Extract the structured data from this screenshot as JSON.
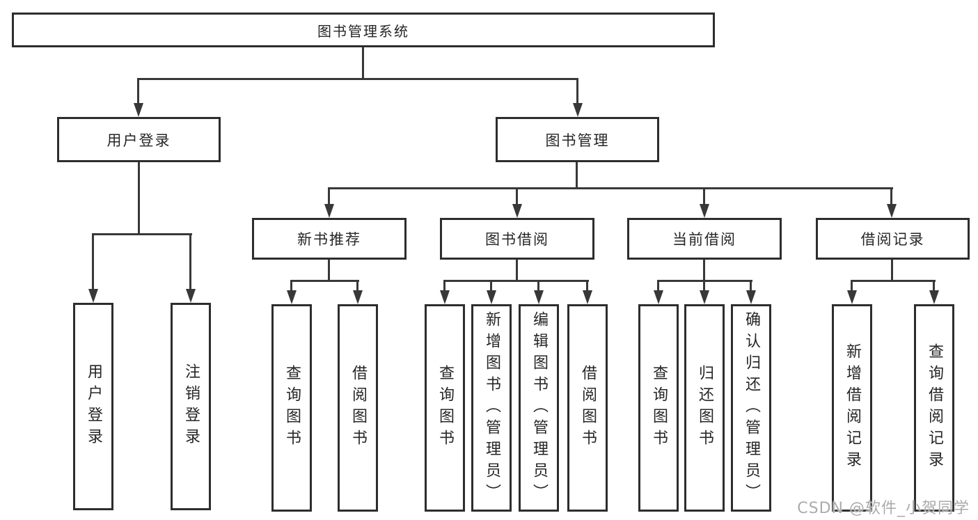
{
  "colors": {
    "background": "#ffffff",
    "box_border": "#2d2d2d",
    "line": "#383838",
    "text": "#262626",
    "watermark": "#ababab"
  },
  "tree": {
    "root": {
      "label": "图书管理系统",
      "children": [
        {
          "label": "用户登录",
          "children": [
            {
              "label": "用户登录"
            },
            {
              "label": "注销登录"
            }
          ]
        },
        {
          "label": "图书管理",
          "children": [
            {
              "label": "新书推荐",
              "children": [
                {
                  "label": "查询图书"
                },
                {
                  "label": "借阅图书"
                }
              ]
            },
            {
              "label": "图书借阅",
              "children": [
                {
                  "label": "查询图书"
                },
                {
                  "label": "新增图书（管理员）"
                },
                {
                  "label": "编辑图书（管理员）"
                },
                {
                  "label": "借阅图书"
                }
              ]
            },
            {
              "label": "当前借阅",
              "children": [
                {
                  "label": "查询图书"
                },
                {
                  "label": "归还图书"
                },
                {
                  "label": "确认归还（管理员）"
                }
              ]
            },
            {
              "label": "借阅记录",
              "children": [
                {
                  "label": "新增借阅记录"
                },
                {
                  "label": "查询借阅记录"
                }
              ]
            }
          ]
        }
      ]
    }
  },
  "watermark": {
    "text": "CSDN @软件_小贺同学"
  }
}
